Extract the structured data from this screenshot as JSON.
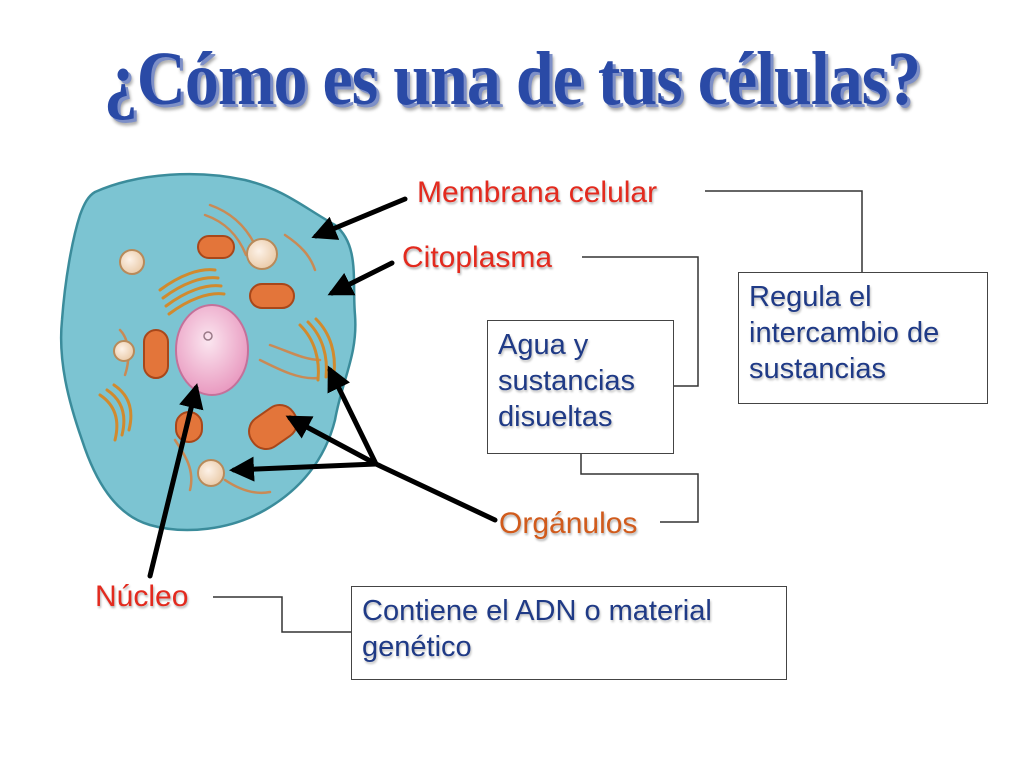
{
  "title": "¿Cómo es una de tus células?",
  "labels": {
    "membrana": "Membrana celular",
    "citoplasma": "Citoplasma",
    "organulos": "Orgánulos",
    "nucleo": "Núcleo"
  },
  "boxes": {
    "membrana_desc": "Regula el intercambio de sustancias",
    "citoplasma_desc": "Agua y sustancias disueltas",
    "nucleo_desc": "Contiene el ADN o material genético"
  },
  "colors": {
    "title": "#2a4aa6",
    "label_red": "#e32a1e",
    "label_orange": "#d15b1c",
    "box_text": "#1f3a86",
    "cytoplasm": "#7cc4d2",
    "nucleus": "#f2b6d2",
    "mitochondria": "#e3753a",
    "golgi": "#d18a2e"
  }
}
